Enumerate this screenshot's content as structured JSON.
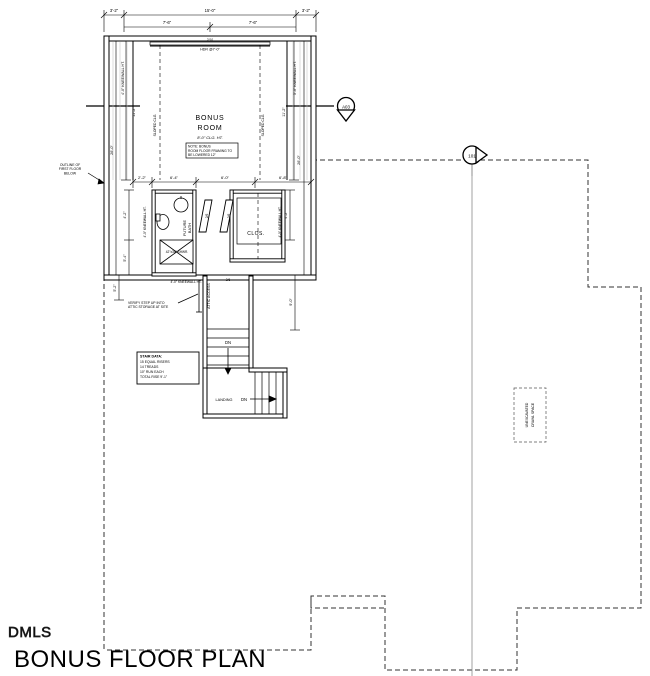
{
  "sheet": {
    "title": "BONUS FLOOR PLAN",
    "watermark": "DMLS"
  },
  "rooms": [
    {
      "name": "BONUS",
      "name2": "ROOM",
      "ceiling": "8'-0\" CLG. HT."
    },
    {
      "name": "FUTURE",
      "name2": "BATH"
    },
    {
      "name": "CLOS."
    },
    {
      "name": "LANDING"
    }
  ],
  "notes": {
    "bonus_note": "NOTE: BONUS ROOM FLOOR FRAMING TO BE LOWERED 12\"",
    "outline_note": "OUTLINE OF FIRST FLOOR BELOW",
    "attic_note": "VERIFY STEP UP INTO ATTIC STORAGE AT SITE",
    "header_note": "HDR @7'-0\"",
    "crawl_note": "UNEXCAVATED CRAWL SPACE"
  },
  "stair_data": {
    "title": "STAIR DATA:",
    "lines": [
      "15 EQUAL RISERS",
      "14 TREADS",
      "10\" RUN EACH",
      "TOTAL RISE 9'-1\""
    ]
  },
  "labels": {
    "dn": "DN",
    "attic_access": "ATTIC ACCESS",
    "kneewall_left": "4'-0\" KNEEWALL HT.",
    "kneewall_right": "5'-0\" KNEEWALL HT.",
    "kneewall_bath_left": "4'-0\" KNEEWALL HT.",
    "kneewall_bath_right": "4'-0\" KNEEWALL HT.",
    "kneewall_bottom": "4'-0\" KNEEWALL HT.",
    "shower": "42\"x36\" SHWR.",
    "slope_left": "SLOPED CLG.",
    "slope_right": "SLOPED CLG.",
    "door_a": "2/6",
    "door_b": "2/6",
    "door_c": "2/6"
  },
  "markers": [
    {
      "id": "A03",
      "name": "section-marker-a03"
    },
    {
      "id": "101",
      "name": "detail-marker-101"
    }
  ],
  "dimensions": {
    "top_row1": [
      "3'-2\"",
      "15'-0\"",
      "3'-2\""
    ],
    "top_row2": [
      "7'-6\"",
      "7'-6\""
    ],
    "mid_row": [
      "2'-2\"",
      "6'-4\"",
      "6'-0\"",
      "6'-8\""
    ],
    "left_col": [
      "11'-2\"",
      "26'-0\""
    ],
    "right_col": [
      "11'-2\"",
      "26'-0\""
    ],
    "left_lower": [
      "4'-2\"",
      "5'-4\"",
      "5'-2\""
    ],
    "right_lower": [
      "4'-2\"",
      "9'-0\""
    ]
  },
  "colors": {
    "line": "#000000",
    "light": "#9a9a9a",
    "dash": "#444444"
  }
}
